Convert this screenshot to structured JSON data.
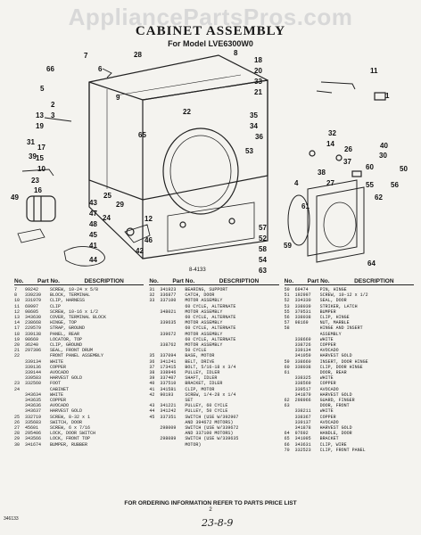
{
  "watermark": "AppliancePartsPros.com",
  "title": "CABINET ASSEMBLY",
  "subtitle": "For Model LVE6300W0",
  "callouts": [
    "66",
    "7",
    "6",
    "28",
    "8",
    "18",
    "20",
    "33",
    "21",
    "11",
    "1",
    "5",
    "2",
    "3",
    "19",
    "9",
    "17",
    "13",
    "15",
    "10",
    "22",
    "35",
    "34",
    "36",
    "65",
    "32",
    "14",
    "40",
    "30",
    "26",
    "37",
    "60",
    "50",
    "38",
    "27",
    "4",
    "55",
    "56",
    "62",
    "53",
    "31",
    "23",
    "39",
    "16",
    "25",
    "29",
    "24",
    "49",
    "43",
    "47",
    "48",
    "45",
    "12",
    "46",
    "41",
    "42",
    "44",
    "61",
    "57",
    "52",
    "58",
    "54",
    "59",
    "63",
    "64"
  ],
  "figure_code": "8-4133",
  "column_headers": {
    "no": "No.",
    "part": "Part No.",
    "desc": "DESCRIPTION"
  },
  "parts_col1": [
    [
      "7",
      "99242",
      "SCREW, 10-24 x 5/8"
    ],
    [
      "8",
      "339239",
      "BLOCK, TERMINAL"
    ],
    [
      "10",
      "331979",
      "CLIP, HARNESS"
    ],
    [
      "11",
      "69997",
      "CLIP"
    ],
    [
      "12",
      "98605",
      "SCREW, 10-16 x 1/2"
    ],
    [
      "13",
      "343630",
      "COVER, TERMINAL BLOCK"
    ],
    [
      "14",
      "238668",
      "HINGE, TOP"
    ],
    [
      "17",
      "229579",
      "STRAP, GROUND"
    ],
    [
      "18",
      "339138",
      "PANEL, REAR"
    ],
    [
      "19",
      "98669",
      "LOCATOR, TOP"
    ],
    [
      "20",
      "36240",
      "CLIP, GROUND"
    ],
    [
      "21",
      "297396",
      "SEAL, FRONT DRUM"
    ],
    [
      "22",
      "",
      "FRONT PANEL ASSEMBLY"
    ],
    [
      "",
      "339134",
      "WHITE"
    ],
    [
      "",
      "339136",
      "COPPER"
    ],
    [
      "",
      "339144",
      "AVOCADO"
    ],
    [
      "",
      "339583",
      "HARVEST GOLD"
    ],
    [
      "23",
      "332560",
      "FOOT"
    ],
    [
      "24",
      "",
      "CABINET"
    ],
    [
      "",
      "343634",
      "WHITE"
    ],
    [
      "",
      "343635",
      "COPPER"
    ],
    [
      "",
      "343636",
      "AVOCADO"
    ],
    [
      "",
      "343637",
      "HARVEST GOLD"
    ],
    [
      "25",
      "332719",
      "SCREW, 8-32 x 1"
    ],
    [
      "26",
      "335683",
      "SWITCH, DOOR"
    ],
    [
      "27",
      "45601",
      "SCREW, 6 x 7/16"
    ],
    [
      "28",
      "295406",
      "LOCK, DOOR SWITCH"
    ],
    [
      "29",
      "343566",
      "LOCK, FRONT TOP"
    ],
    [
      "30",
      "341674",
      "BUMPER, RUBBER"
    ]
  ],
  "parts_col2": [
    [
      "31",
      "341923",
      "BEARING, SUPPORT"
    ],
    [
      "32",
      "336877",
      "CATCH, DOOR"
    ],
    [
      "33",
      "337100",
      "MOTOR ASSEMBLY"
    ],
    [
      "",
      "",
      "60 CYCLE, ALTERNATE"
    ],
    [
      "",
      "348021",
      "MOTOR ASSEMBLY"
    ],
    [
      "",
      "",
      "60 CYCLE, ALTERNATE"
    ],
    [
      "",
      "339635",
      "MOTOR ASSEMBLY"
    ],
    [
      "",
      "",
      "60 CYCLE, ALTERNATE"
    ],
    [
      "",
      "339672",
      "MOTOR ASSEMBLY"
    ],
    [
      "",
      "",
      "60 CYCLE, ALTERNATE"
    ],
    [
      "",
      "338762",
      "MOTOR ASSEMBLY"
    ],
    [
      "",
      "",
      "50 CYCLE"
    ],
    [
      "35",
      "337094",
      "BASE, MOTOR"
    ],
    [
      "36",
      "341241",
      "BELT, DRIVE"
    ],
    [
      "37",
      "173415",
      "BOLT, 5/16-18 x 3/4"
    ],
    [
      "38",
      "338946",
      "PULLEY, IDLER"
    ],
    [
      "39",
      "337407",
      "SHAFT, IDLER"
    ],
    [
      "40",
      "337510",
      "BRACKET, IDLER"
    ],
    [
      "41",
      "341581",
      "CLIP, MOTOR"
    ],
    [
      "42",
      "90193",
      "SCREW, 1/4-28 x 1/4"
    ],
    [
      "",
      "",
      "SET"
    ],
    [
      "43",
      "341221",
      "PULLEY, 60 CYCLE"
    ],
    [
      "44",
      "341242",
      "PULLEY, 50 CYCLE"
    ],
    [
      "45",
      "337351",
      "SWITCH (USE W/392907"
    ],
    [
      "",
      "",
      "AND 394672 MOTORS)"
    ],
    [
      "",
      "298009",
      "SWITCH (USE W/339672"
    ],
    [
      "",
      "",
      "AND 337100 MOTORS)"
    ],
    [
      "",
      "298089",
      "SWITCH (USE W/339635"
    ],
    [
      "",
      "",
      "MOTOR)"
    ]
  ],
  "parts_col3": [
    [
      "50",
      "69474",
      "PIN, HINGE"
    ],
    [
      "51",
      "192997",
      "SCREW, 10-12 x 1/2"
    ],
    [
      "52",
      "334330",
      "SEAL, DOOR"
    ],
    [
      "53",
      "338039",
      "STRIKER, LATCH"
    ],
    [
      "55",
      "379531",
      "BUMPER"
    ],
    [
      "56",
      "338038",
      "CLIP, HINGE"
    ],
    [
      "57",
      "98169",
      "NUT, MARBLE"
    ],
    [
      "58",
      "",
      "HINGE AND INSERT"
    ],
    [
      "",
      "",
      "ASSEMBLY"
    ],
    [
      "",
      "338669",
      "WHITE"
    ],
    [
      "",
      "338726",
      "COPPER"
    ],
    [
      "",
      "339134",
      "AVOCADO"
    ],
    [
      "",
      "341059",
      "HARVEST GOLD"
    ],
    [
      "59",
      "338660",
      "INSERT, DOOR HINGE"
    ],
    [
      "60",
      "338038",
      "CLIP, DOOR HINGE"
    ],
    [
      "61",
      "",
      "DOOR, REAR"
    ],
    [
      "",
      "338325",
      "WHITE"
    ],
    [
      "",
      "338569",
      "COPPER"
    ],
    [
      "",
      "339517",
      "AVOCADO"
    ],
    [
      "",
      "341879",
      "HARVEST GOLD"
    ],
    [
      "62",
      "298966",
      "GUARD, FINGER"
    ],
    [
      "63",
      "",
      "DOOR, FRONT"
    ],
    [
      "",
      "338211",
      "WHITE"
    ],
    [
      "",
      "338367",
      "COPPER"
    ],
    [
      "",
      "339137",
      "AVOCADO"
    ],
    [
      "",
      "341878",
      "HARVEST GOLD"
    ],
    [
      "64",
      "97692",
      "HANDLE, DOOR"
    ],
    [
      "65",
      "341095",
      "BRACKET"
    ],
    [
      "66",
      "343631",
      "CLIP, WIRE"
    ],
    [
      "70",
      "332523",
      "CLIP, FRONT PANEL"
    ]
  ],
  "footer_note": "FOR ORDERING INFORMATION REFER TO PARTS PRICE LIST",
  "page_number": "2",
  "doc_code": "346133",
  "handwritten": "23-8-9"
}
